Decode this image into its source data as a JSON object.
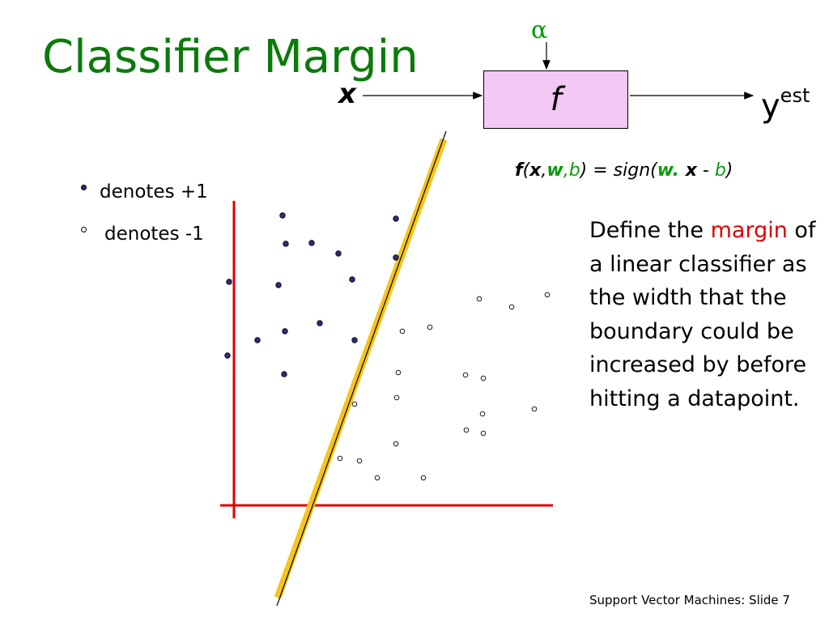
{
  "slide": {
    "title": "Classifier Margin",
    "footer": "Support Vector Machines: Slide 7"
  },
  "diagram": {
    "input_label": "x",
    "param_label": "α",
    "function_label": "f",
    "output_base": "y",
    "output_sup": "est"
  },
  "formula": {
    "f": "f",
    "open": "(",
    "x": "x",
    "comma1": ",",
    "w": "w",
    "comma2": ",",
    "b": "b",
    "close": ") = sign(",
    "w2": "w.",
    "x2": " x",
    "minus": " - ",
    "b2": "b",
    "end": ")"
  },
  "legend": {
    "positive": "denotes +1",
    "negative": "denotes -1"
  },
  "description": {
    "before": "Define the ",
    "highlight": "margin",
    "after": " of a linear classifier as the width that the boundary could be increased by before hitting a datapoint."
  },
  "colors": {
    "title": "#0b7a0b",
    "positive_point": "#2c2c7a",
    "axis": "#e00000",
    "boundary_band": "#f5c518",
    "highlight": "#e00000",
    "box_fill": "#f4c8f4"
  },
  "chart_data": {
    "type": "scatter",
    "series": [
      {
        "name": "denotes +1",
        "points": [
          [
            349,
            266
          ],
          [
            489,
            270
          ],
          [
            353,
            301
          ],
          [
            385,
            300
          ],
          [
            418,
            313
          ],
          [
            489,
            318
          ],
          [
            283,
            348
          ],
          [
            344,
            352
          ],
          [
            435,
            345
          ],
          [
            395,
            399
          ],
          [
            352,
            409
          ],
          [
            318,
            420
          ],
          [
            438,
            420
          ],
          [
            281,
            439
          ],
          [
            351,
            462
          ]
        ]
      },
      {
        "name": "denotes -1",
        "points": [
          [
            592,
            369
          ],
          [
            632,
            379
          ],
          [
            676,
            364
          ],
          [
            497,
            409
          ],
          [
            531,
            404
          ],
          [
            492,
            460
          ],
          [
            575,
            463
          ],
          [
            597,
            467
          ],
          [
            438,
            499
          ],
          [
            490,
            491
          ],
          [
            596,
            511
          ],
          [
            660,
            505
          ],
          [
            576,
            531
          ],
          [
            597,
            535
          ],
          [
            489,
            548
          ],
          [
            420,
            566
          ],
          [
            444,
            569
          ],
          [
            466,
            590
          ],
          [
            523,
            590
          ]
        ]
      }
    ]
  }
}
